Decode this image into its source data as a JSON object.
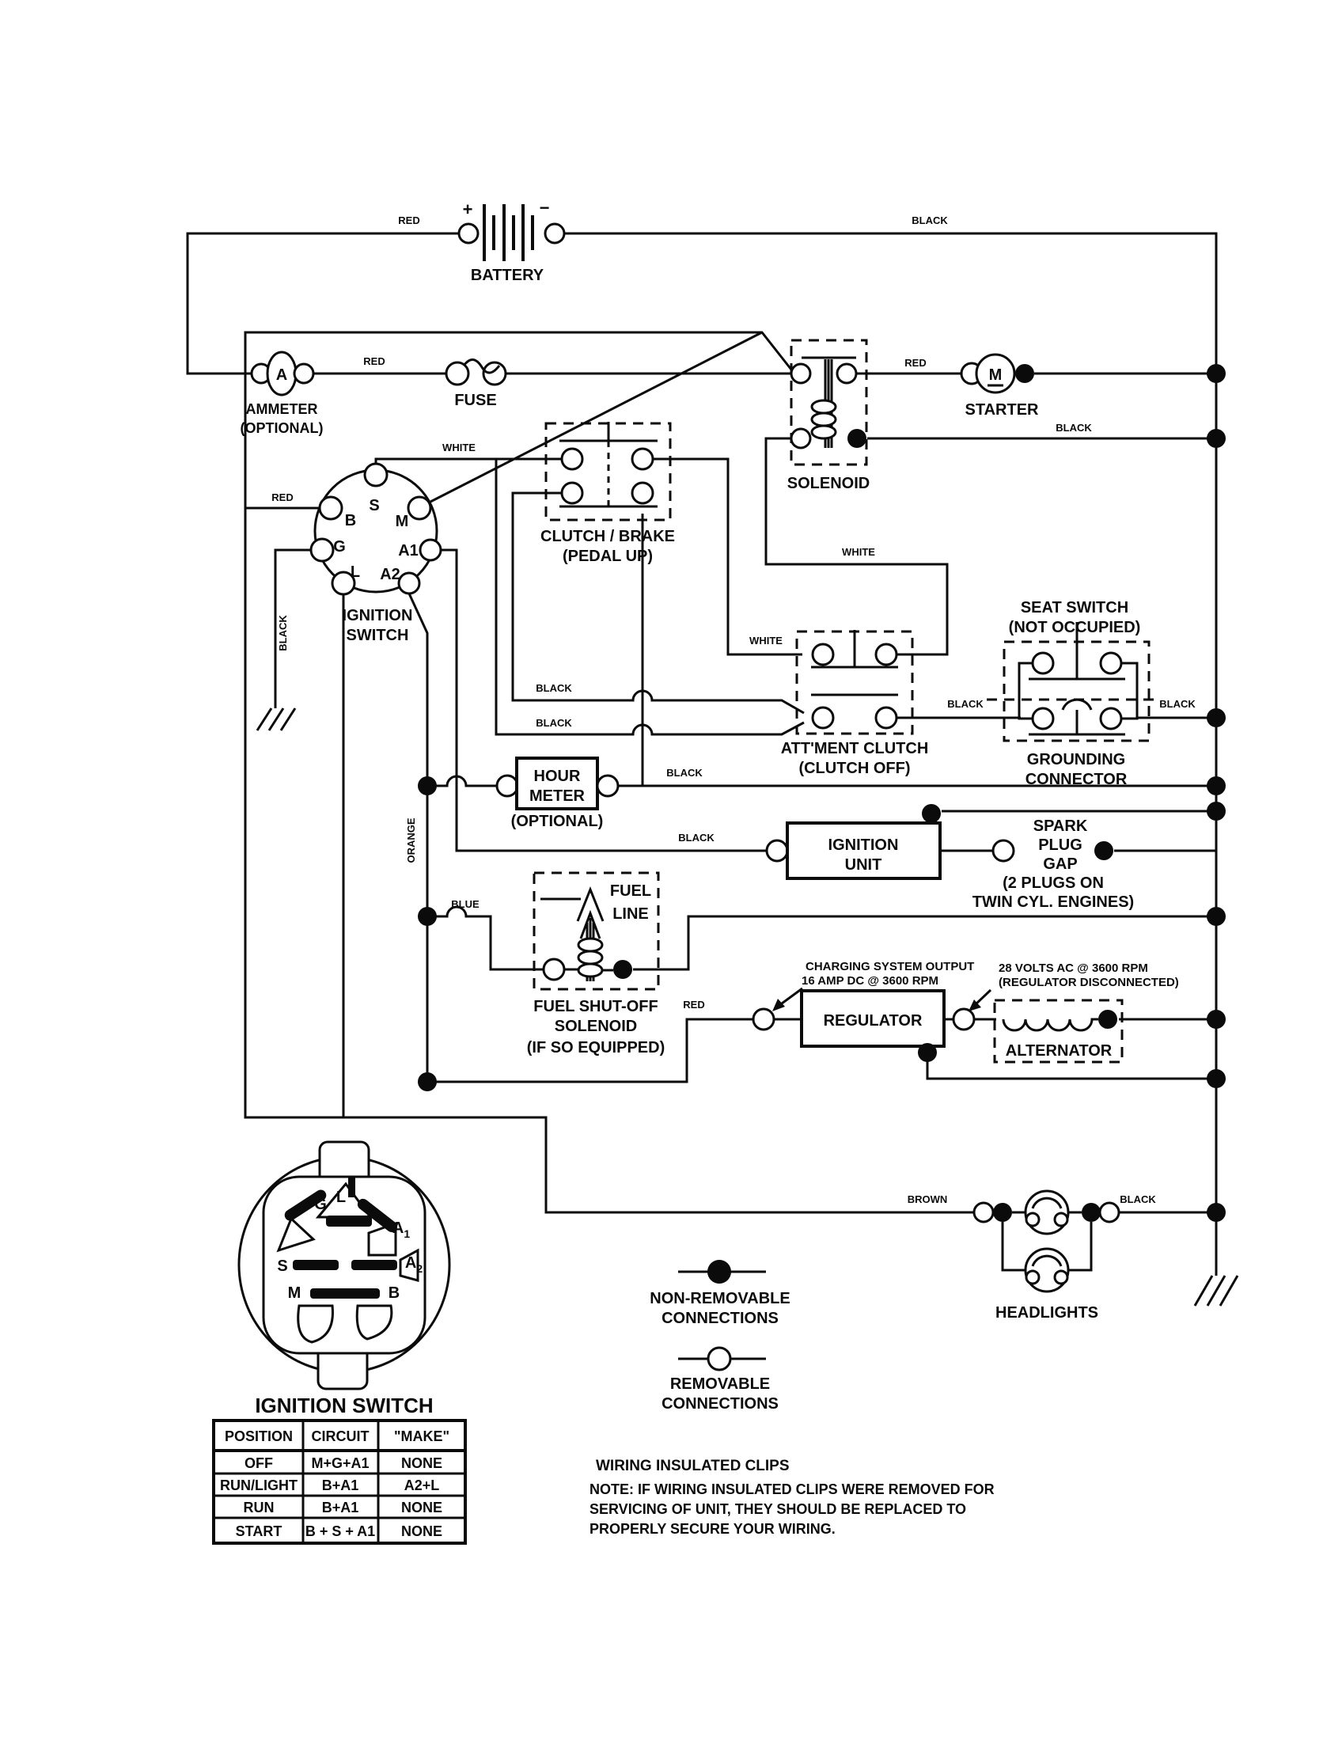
{
  "battery": {
    "label": "BATTERY",
    "plus": "+",
    "minus": "−"
  },
  "wire_labels": {
    "red_top": "RED",
    "black_top": "BLACK",
    "red_ammeter": "RED",
    "red_b": "RED",
    "black_ground": "BLACK",
    "white_s": "WHITE",
    "white_solenoid": "WHITE",
    "white_attment": "WHITE",
    "red_starter": "RED",
    "black_starter": "BLACK",
    "black_wire1": "BLACK",
    "black_wire2": "BLACK",
    "black_hourmeter": "BLACK",
    "black_seat_left": "BLACK",
    "black_seat_right": "BLACK",
    "black_ignition_unit": "BLACK",
    "orange": "ORANGE",
    "blue": "BLUE",
    "red_regulator": "RED",
    "brown": "BROWN",
    "black_headlights": "BLACK"
  },
  "ammeter": {
    "symbol": "A",
    "label": "AMMETER",
    "sublabel": "(OPTIONAL)"
  },
  "fuse": {
    "label": "FUSE"
  },
  "solenoid": {
    "label": "SOLENOID"
  },
  "starter": {
    "symbol": "M",
    "label": "STARTER"
  },
  "ignition_switch": {
    "label_line1": "IGNITION",
    "label_line2": "SWITCH",
    "terminals": {
      "s": "S",
      "b": "B",
      "m": "M",
      "g": "G",
      "a1": "A1",
      "l": "L",
      "a2": "A2"
    }
  },
  "clutch_brake": {
    "label_line1": "CLUTCH / BRAKE",
    "label_line2": "(PEDAL UP)"
  },
  "attment_clutch": {
    "label_line1": "ATT'MENT CLUTCH",
    "label_line2": "(CLUTCH OFF)"
  },
  "seat_switch": {
    "label_line1": "SEAT SWITCH",
    "label_line2": "(NOT OCCUPIED)"
  },
  "grounding_connector": {
    "label_line1": "GROUNDING",
    "label_line2": "CONNECTOR"
  },
  "hour_meter": {
    "label_line1": "HOUR",
    "label_line2": "METER",
    "sublabel": "(OPTIONAL)"
  },
  "ignition_unit": {
    "label_line1": "IGNITION",
    "label_line2": "UNIT"
  },
  "spark_plug": {
    "line1": "SPARK",
    "line2": "PLUG",
    "line3": "GAP",
    "line4": "(2 PLUGS ON",
    "line5": "TWIN CYL. ENGINES)"
  },
  "fuel": {
    "line_label1": "FUEL",
    "line_label2": "LINE",
    "label_line1": "FUEL SHUT-OFF",
    "label_line2": "SOLENOID",
    "label_line3": "(IF SO EQUIPPED)"
  },
  "regulator": {
    "label": "REGULATOR",
    "annotation_line1": "CHARGING SYSTEM OUTPUT",
    "annotation_line2": "16 AMP DC @ 3600 RPM"
  },
  "alternator": {
    "label": "ALTERNATOR",
    "annotation_line1": "28 VOLTS AC @ 3600 RPM",
    "annotation_line2": "(REGULATOR DISCONNECTED)"
  },
  "headlights": {
    "label": "HEADLIGHTS"
  },
  "legend": {
    "nonremovable_line1": "NON-REMOVABLE",
    "nonremovable_line2": "CONNECTIONS",
    "removable_line1": "REMOVABLE",
    "removable_line2": "CONNECTIONS"
  },
  "switch_detail": {
    "title": "IGNITION SWITCH",
    "terminals": {
      "g": "G",
      "l": "L",
      "a1": "A",
      "a1_sub": "1",
      "a2": "A",
      "a2_sub": "2",
      "s": "S",
      "m": "M",
      "b": "B"
    }
  },
  "table": {
    "headers": [
      "POSITION",
      "CIRCUIT",
      "\"MAKE\""
    ],
    "rows": [
      [
        "OFF",
        "M+G+A1",
        "NONE"
      ],
      [
        "RUN/LIGHT",
        "B+A1",
        "A2+L"
      ],
      [
        "RUN",
        "B+A1",
        "NONE"
      ],
      [
        "START",
        "B + S + A1",
        "NONE"
      ]
    ]
  },
  "note": {
    "heading": "WIRING INSULATED CLIPS",
    "line1": "NOTE: IF WIRING INSULATED CLIPS WERE REMOVED FOR",
    "line2": "SERVICING OF UNIT, THEY SHOULD BE REPLACED TO",
    "line3": "PROPERLY SECURE YOUR WIRING."
  }
}
